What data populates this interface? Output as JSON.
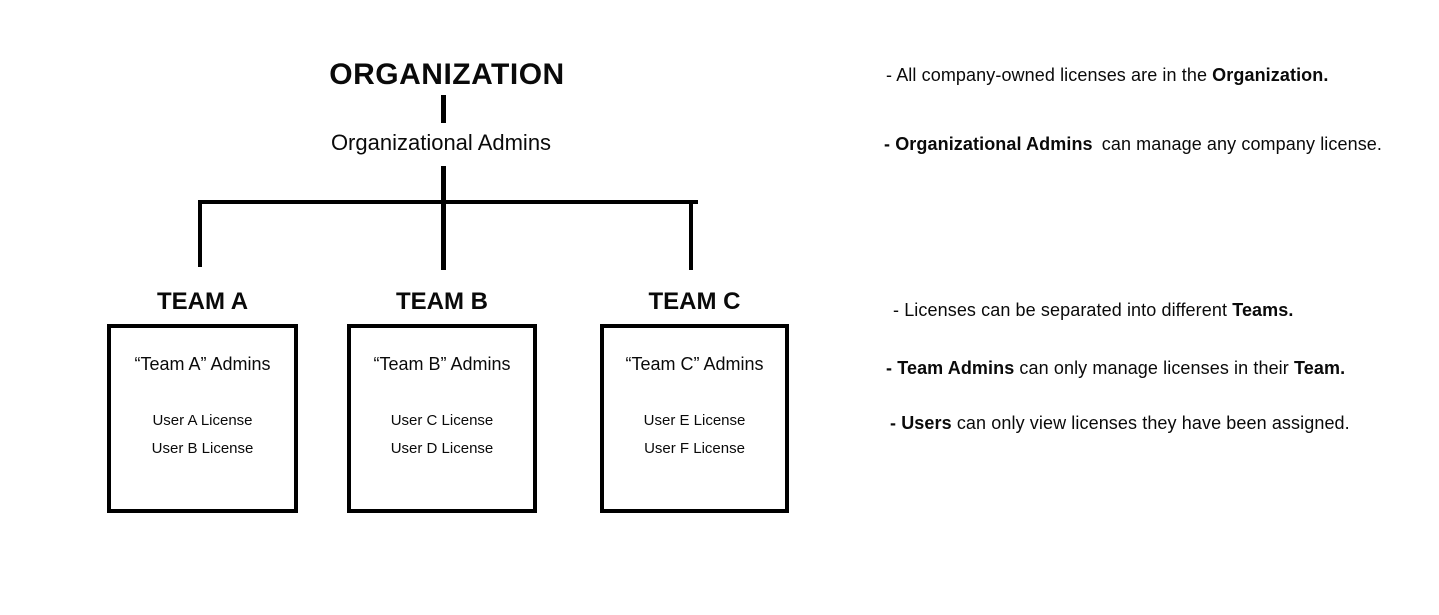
{
  "diagram": {
    "root": {
      "title": "ORGANIZATION",
      "admins_label": "Organizational Admins"
    },
    "teams": [
      {
        "label": "TEAM A",
        "admins": "“Team A” Admins",
        "licenses": [
          "User A License",
          "User B License"
        ]
      },
      {
        "label": "TEAM B",
        "admins": "“Team B” Admins",
        "licenses": [
          "User C License",
          "User D License"
        ]
      },
      {
        "label": "TEAM C",
        "admins": "“Team C” Admins",
        "licenses": [
          "User E License",
          "User F License"
        ]
      }
    ]
  },
  "notes": [
    {
      "segments": [
        {
          "text": "- All company-owned licenses are in the ",
          "bold": false
        },
        {
          "text": "Organization.",
          "bold": true
        }
      ]
    },
    {
      "segments": [
        {
          "text": "- Organizational Admins",
          "bold": true
        },
        {
          "text": " can manage any company license.",
          "bold": false
        }
      ]
    },
    {
      "segments": [
        {
          "text": "- Licenses can be separated into different ",
          "bold": false
        },
        {
          "text": "Teams.",
          "bold": true
        }
      ]
    },
    {
      "segments": [
        {
          "text": "- Team Admins",
          "bold": true
        },
        {
          "text": " can only manage licenses in their ",
          "bold": false
        },
        {
          "text": "Team.",
          "bold": true
        }
      ]
    },
    {
      "segments": [
        {
          "text": "- Users",
          "bold": true
        },
        {
          "text": " can only view licenses they have been assigned.",
          "bold": false
        }
      ]
    }
  ],
  "colors": {
    "background": "#ffffff",
    "line": "#000000",
    "text": "#0a0a0a"
  }
}
